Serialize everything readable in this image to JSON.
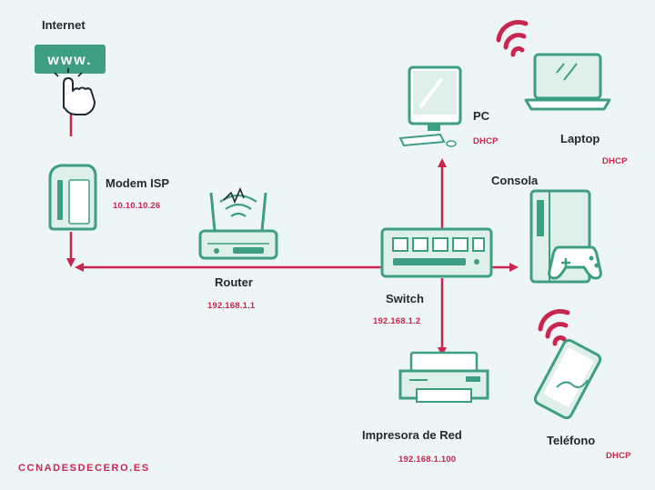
{
  "colors": {
    "background": "#eef5f6",
    "link": "#c8264f",
    "device": "#3d9e84",
    "device_light": "#dff0ea",
    "text": "#1f2a30",
    "accent": "#c8264f"
  },
  "nodes": {
    "internet": {
      "label": "Internet",
      "badge": "www.",
      "icon": "www-click-icon"
    },
    "modem": {
      "label": "Modem ISP",
      "ip": "10.10.10.26",
      "icon": "modem-icon"
    },
    "router": {
      "label": "Router",
      "ip": "192.168.1.1",
      "icon": "router-icon"
    },
    "switch": {
      "label": "Switch",
      "ip": "192.168.1.2",
      "icon": "switch-icon"
    },
    "pc": {
      "label": "PC",
      "ip": "DHCP",
      "icon": "desktop-computer-icon"
    },
    "laptop": {
      "label": "Laptop",
      "ip": "DHCP",
      "icon": "laptop-icon"
    },
    "consola": {
      "label": "Consola",
      "icon": "game-console-icon"
    },
    "impresora": {
      "label": "Impresora de Red",
      "ip": "192.168.1.100",
      "icon": "printer-icon"
    },
    "telefono": {
      "label": "Teléfono",
      "ip": "DHCP",
      "icon": "smartphone-icon"
    }
  },
  "links": [
    {
      "from": "internet",
      "to": "modem"
    },
    {
      "from": "modem",
      "to": "router"
    },
    {
      "from": "router",
      "to": "switch"
    },
    {
      "from": "switch",
      "to": "pc"
    },
    {
      "from": "switch",
      "to": "consola"
    },
    {
      "from": "switch",
      "to": "impresora"
    }
  ],
  "wireless": [
    "laptop",
    "telefono"
  ],
  "footer": {
    "brand": "CCNADESDECERO.ES"
  }
}
